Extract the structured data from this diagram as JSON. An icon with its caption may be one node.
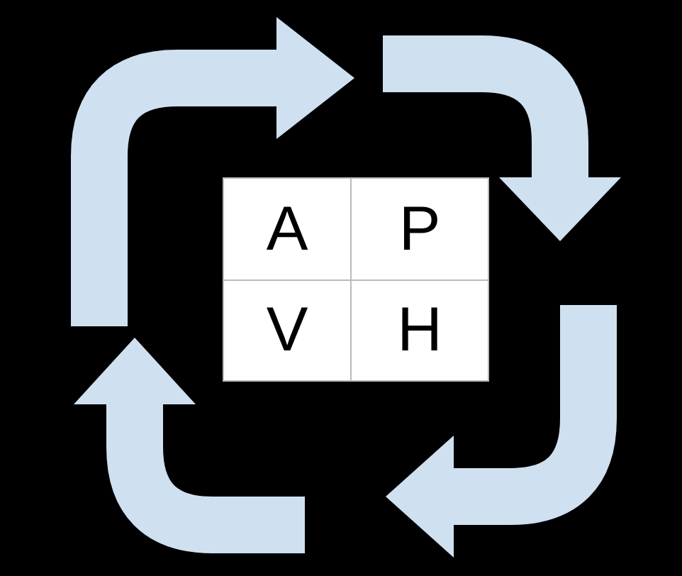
{
  "diagram": {
    "nodes": [
      {
        "text": [
          "A"
        ]
      },
      {
        "text": [
          "P"
        ]
      },
      {
        "text": [
          "V"
        ]
      },
      {
        "text": [
          "H"
        ]
      }
    ]
  }
}
